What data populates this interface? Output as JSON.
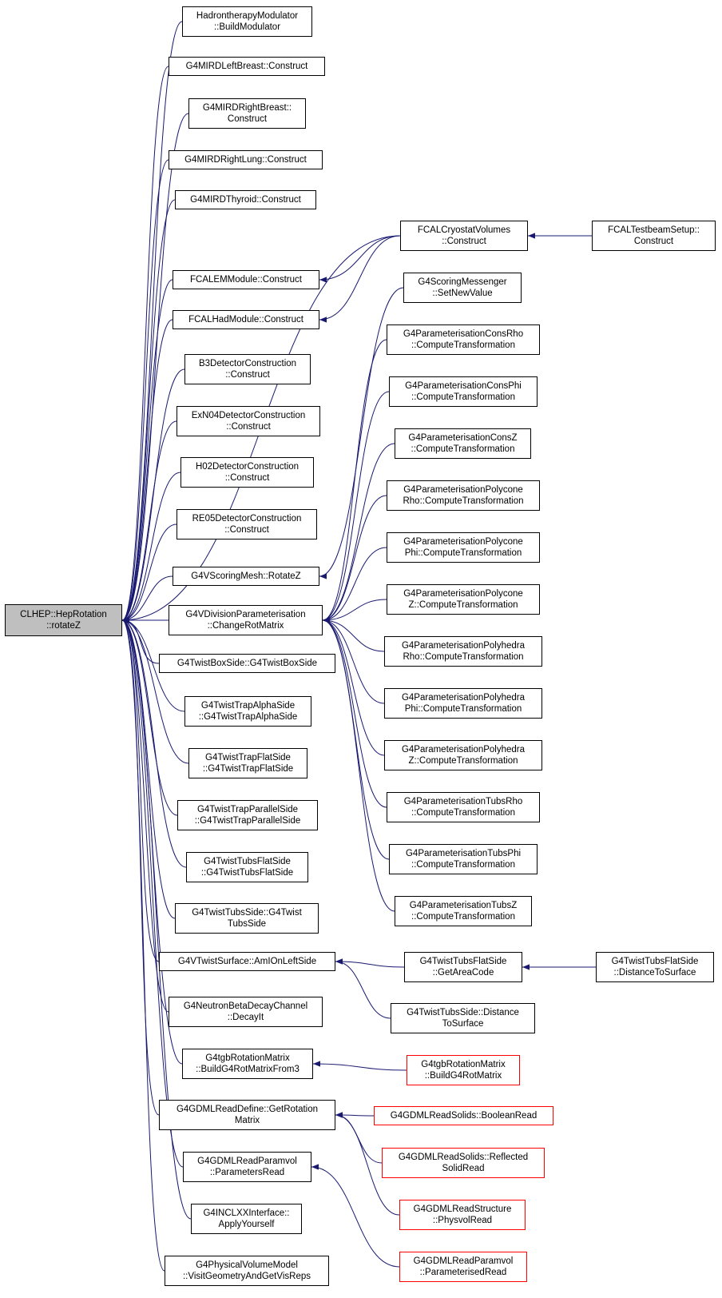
{
  "graph": {
    "nodes": [
      {
        "id": "root",
        "lines": [
          "CLHEP::HepRotation",
          "::rotateZ"
        ],
        "root": true
      },
      {
        "id": "hadron",
        "lines": [
          "HadrontherapyModulator",
          "::BuildModulator"
        ]
      },
      {
        "id": "mirdLeftBreast",
        "lines": [
          "G4MIRDLeftBreast::Construct"
        ]
      },
      {
        "id": "mirdRightBreast",
        "lines": [
          "G4MIRDRightBreast::",
          "Construct"
        ]
      },
      {
        "id": "mirdRightLung",
        "lines": [
          "G4MIRDRightLung::Construct"
        ]
      },
      {
        "id": "mirdThyroid",
        "lines": [
          "G4MIRDThyroid::Construct"
        ]
      },
      {
        "id": "fcalEM",
        "lines": [
          "FCALEMModule::Construct"
        ]
      },
      {
        "id": "fcalHad",
        "lines": [
          "FCALHadModule::Construct"
        ]
      },
      {
        "id": "b3",
        "lines": [
          "B3DetectorConstruction",
          "::Construct"
        ]
      },
      {
        "id": "exn04",
        "lines": [
          "ExN04DetectorConstruction",
          "::Construct"
        ]
      },
      {
        "id": "h02",
        "lines": [
          "H02DetectorConstruction",
          "::Construct"
        ]
      },
      {
        "id": "re05",
        "lines": [
          "RE05DetectorConstruction",
          "::Construct"
        ]
      },
      {
        "id": "scoringMesh",
        "lines": [
          "G4VScoringMesh::RotateZ"
        ]
      },
      {
        "id": "vdiv",
        "lines": [
          "G4VDivisionParameterisation",
          "::ChangeRotMatrix"
        ]
      },
      {
        "id": "twistBox",
        "lines": [
          "G4TwistBoxSide::G4TwistBoxSide"
        ]
      },
      {
        "id": "twistTrapAlpha",
        "lines": [
          "G4TwistTrapAlphaSide",
          "::G4TwistTrapAlphaSide"
        ]
      },
      {
        "id": "twistTrapFlat",
        "lines": [
          "G4TwistTrapFlatSide",
          "::G4TwistTrapFlatSide"
        ]
      },
      {
        "id": "twistTrapParallel",
        "lines": [
          "G4TwistTrapParallelSide",
          "::G4TwistTrapParallelSide"
        ]
      },
      {
        "id": "twistTubsFlat",
        "lines": [
          "G4TwistTubsFlatSide",
          "::G4TwistTubsFlatSide"
        ]
      },
      {
        "id": "twistTubsSide",
        "lines": [
          "G4TwistTubsSide::G4Twist",
          "TubsSide"
        ]
      },
      {
        "id": "vTwistSurface",
        "lines": [
          "G4VTwistSurface::AmIOnLeftSide"
        ]
      },
      {
        "id": "neutronBeta",
        "lines": [
          "G4NeutronBetaDecayChannel",
          "::DecayIt"
        ]
      },
      {
        "id": "tgbFrom3",
        "lines": [
          "G4tgbRotationMatrix",
          "::BuildG4RotMatrixFrom3"
        ]
      },
      {
        "id": "gdmlDefine",
        "lines": [
          "G4GDMLReadDefine::GetRotation",
          "Matrix"
        ]
      },
      {
        "id": "gdmlParamvol",
        "lines": [
          "G4GDMLReadParamvol",
          "::ParametersRead"
        ]
      },
      {
        "id": "inclxx",
        "lines": [
          "G4INCLXXInterface::",
          "ApplyYourself"
        ]
      },
      {
        "id": "physVolModel",
        "lines": [
          "G4PhysicalVolumeModel",
          "::VisitGeometryAndGetVisReps"
        ]
      },
      {
        "id": "fcalCryostat",
        "lines": [
          "FCALCryostatVolumes",
          "::Construct"
        ]
      },
      {
        "id": "fcalTestbeam",
        "lines": [
          "FCALTestbeamSetup::",
          "Construct"
        ]
      },
      {
        "id": "scoringMessenger",
        "lines": [
          "G4ScoringMessenger",
          "::SetNewValue"
        ]
      },
      {
        "id": "pConsRho",
        "lines": [
          "G4ParameterisationConsRho",
          "::ComputeTransformation"
        ]
      },
      {
        "id": "pConsPhi",
        "lines": [
          "G4ParameterisationConsPhi",
          "::ComputeTransformation"
        ]
      },
      {
        "id": "pConsZ",
        "lines": [
          "G4ParameterisationConsZ",
          "::ComputeTransformation"
        ]
      },
      {
        "id": "pPolyconeRho",
        "lines": [
          "G4ParameterisationPolycone",
          "Rho::ComputeTransformation"
        ]
      },
      {
        "id": "pPolyconePhi",
        "lines": [
          "G4ParameterisationPolycone",
          "Phi::ComputeTransformation"
        ]
      },
      {
        "id": "pPolyconeZ",
        "lines": [
          "G4ParameterisationPolycone",
          "Z::ComputeTransformation"
        ]
      },
      {
        "id": "pPolyhedraRho",
        "lines": [
          "G4ParameterisationPolyhedra",
          "Rho::ComputeTransformation"
        ]
      },
      {
        "id": "pPolyhedraPhi",
        "lines": [
          "G4ParameterisationPolyhedra",
          "Phi::ComputeTransformation"
        ]
      },
      {
        "id": "pPolyhedraZ",
        "lines": [
          "G4ParameterisationPolyhedra",
          "Z::ComputeTransformation"
        ]
      },
      {
        "id": "pTubsRho",
        "lines": [
          "G4ParameterisationTubsRho",
          "::ComputeTransformation"
        ]
      },
      {
        "id": "pTubsPhi",
        "lines": [
          "G4ParameterisationTubsPhi",
          "::ComputeTransformation"
        ]
      },
      {
        "id": "pTubsZ",
        "lines": [
          "G4ParameterisationTubsZ",
          "::ComputeTransformation"
        ]
      },
      {
        "id": "tubsFlatGetArea",
        "lines": [
          "G4TwistTubsFlatSide",
          "::GetAreaCode"
        ]
      },
      {
        "id": "tubsFlatDist",
        "lines": [
          "G4TwistTubsFlatSide",
          "::DistanceToSurface"
        ]
      },
      {
        "id": "tubsSideDist",
        "lines": [
          "G4TwistTubsSide::Distance",
          "ToSurface"
        ]
      },
      {
        "id": "tgbBuild",
        "lines": [
          "G4tgbRotationMatrix",
          "::BuildG4RotMatrix"
        ],
        "truncated": true
      },
      {
        "id": "gdmlSolidsBoolean",
        "lines": [
          "G4GDMLReadSolids::BooleanRead"
        ],
        "truncated": true
      },
      {
        "id": "gdmlSolidsReflected",
        "lines": [
          "G4GDMLReadSolids::Reflected",
          "SolidRead"
        ],
        "truncated": true
      },
      {
        "id": "gdmlStructure",
        "lines": [
          "G4GDMLReadStructure",
          "::PhysvolRead"
        ],
        "truncated": true
      },
      {
        "id": "gdmlParamvolParam",
        "lines": [
          "G4GDMLReadParamvol",
          "::ParameterisedRead"
        ],
        "truncated": true
      }
    ],
    "edges": [
      [
        "hadron",
        "root"
      ],
      [
        "mirdLeftBreast",
        "root"
      ],
      [
        "mirdRightBreast",
        "root"
      ],
      [
        "mirdRightLung",
        "root"
      ],
      [
        "mirdThyroid",
        "root"
      ],
      [
        "fcalEM",
        "root"
      ],
      [
        "fcalHad",
        "root"
      ],
      [
        "b3",
        "root"
      ],
      [
        "exn04",
        "root"
      ],
      [
        "h02",
        "root"
      ],
      [
        "re05",
        "root"
      ],
      [
        "scoringMesh",
        "root"
      ],
      [
        "vdiv",
        "root"
      ],
      [
        "twistBox",
        "root"
      ],
      [
        "twistTrapAlpha",
        "root"
      ],
      [
        "twistTrapFlat",
        "root"
      ],
      [
        "twistTrapParallel",
        "root"
      ],
      [
        "twistTubsFlat",
        "root"
      ],
      [
        "twistTubsSide",
        "root"
      ],
      [
        "vTwistSurface",
        "root"
      ],
      [
        "neutronBeta",
        "root"
      ],
      [
        "tgbFrom3",
        "root"
      ],
      [
        "gdmlDefine",
        "root"
      ],
      [
        "gdmlParamvol",
        "root"
      ],
      [
        "inclxx",
        "root"
      ],
      [
        "physVolModel",
        "root"
      ],
      [
        "fcalCryostat",
        "root"
      ],
      [
        "fcalCryostat",
        "fcalEM"
      ],
      [
        "fcalCryostat",
        "fcalHad"
      ],
      [
        "fcalTestbeam",
        "fcalCryostat"
      ],
      [
        "scoringMessenger",
        "scoringMesh"
      ],
      [
        "pConsRho",
        "vdiv"
      ],
      [
        "pConsPhi",
        "vdiv"
      ],
      [
        "pConsZ",
        "vdiv"
      ],
      [
        "pPolyconeRho",
        "vdiv"
      ],
      [
        "pPolyconePhi",
        "vdiv"
      ],
      [
        "pPolyconeZ",
        "vdiv"
      ],
      [
        "pPolyhedraRho",
        "vdiv"
      ],
      [
        "pPolyhedraPhi",
        "vdiv"
      ],
      [
        "pPolyhedraZ",
        "vdiv"
      ],
      [
        "pTubsRho",
        "vdiv"
      ],
      [
        "pTubsPhi",
        "vdiv"
      ],
      [
        "pTubsZ",
        "vdiv"
      ],
      [
        "tubsFlatGetArea",
        "vTwistSurface"
      ],
      [
        "tubsSideDist",
        "vTwistSurface"
      ],
      [
        "tubsFlatDist",
        "tubsFlatGetArea"
      ],
      [
        "tgbBuild",
        "tgbFrom3"
      ],
      [
        "gdmlSolidsBoolean",
        "gdmlDefine"
      ],
      [
        "gdmlSolidsReflected",
        "gdmlDefine"
      ],
      [
        "gdmlStructure",
        "gdmlDefine"
      ],
      [
        "gdmlParamvolParam",
        "gdmlParamvol"
      ]
    ],
    "colors": {
      "edge": "#191970",
      "node_border": "#000000",
      "truncated_border": "#ff0000",
      "root_fill": "#bfbfbf",
      "background": "#ffffff"
    }
  }
}
